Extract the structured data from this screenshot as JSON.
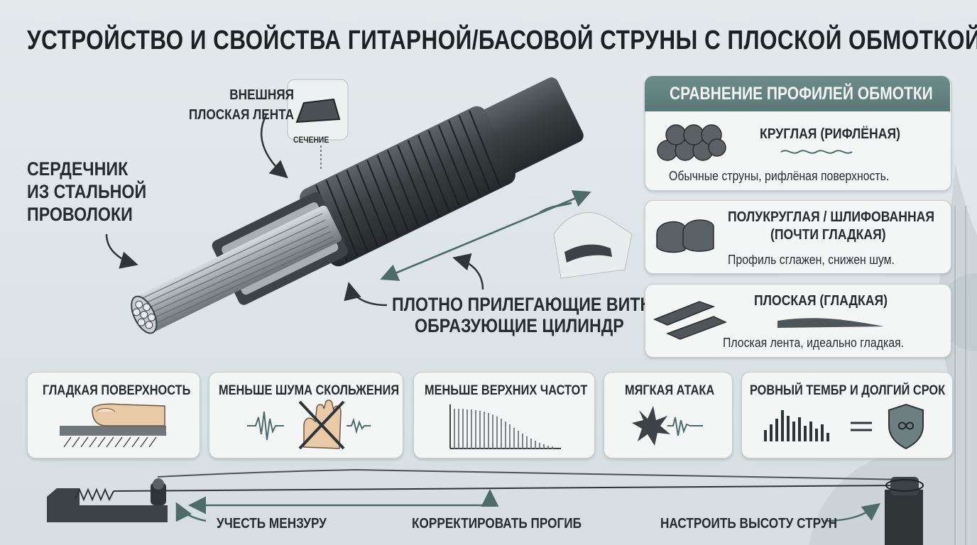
{
  "title": "УСТРОЙСТВО И СВОЙСТВА ГИТАРНОЙ/БАСОВОЙ СТРУНЫ С ПЛОСКОЙ ОБМОТКОЙ",
  "diagram": {
    "core_label": [
      "СЕРДЕЧНИК",
      "ИЗ СТАЛЬНОЙ",
      "ПРОВОЛОКИ"
    ],
    "outer_label": [
      "ВНЕШНЯЯ",
      "ПЛОСКАЯ ЛЕНТА"
    ],
    "section_label": "СЕЧЕНИЕ",
    "coils_label": [
      "ПЛОТНО ПРИЛЕГАЮЩИЕ ВИТКИ,",
      "ОБРАЗУЮЩИЕ ЦИЛИНДР"
    ]
  },
  "comparison": {
    "title": "СРАВНЕНИЕ ПРОФИЛЕЙ ОБМОТКИ",
    "profiles": [
      {
        "name": "КРУГЛАЯ (РИФЛЁНАЯ)",
        "desc": "Обычные струны, рифлёная поверхность.",
        "icon": "round-wire-bundle-icon"
      },
      {
        "name": "ПОЛУКРУГЛАЯ / ШЛИФОВАННАЯ",
        "name2": "(ПОЧТИ ГЛАДКАЯ)",
        "desc": "Профиль сглажен, снижен шум.",
        "icon": "half-round-wire-icon"
      },
      {
        "name": "ПЛОСКАЯ (ГЛАДКАЯ)",
        "desc": "Плоская лента, идеально гладкая.",
        "icon": "flat-ribbon-icon"
      }
    ]
  },
  "features": [
    {
      "label": "ГЛАДКАЯ ПОВЕРХНОСТЬ",
      "icon": "finger-on-surface-icon"
    },
    {
      "label": "МЕНЬШЕ ШУМА СКОЛЬЖЕНИЯ",
      "icon": "no-slide-noise-icon"
    },
    {
      "label": "МЕНЬШЕ ВЕРХНИХ ЧАСТОТ",
      "icon": "frequency-rolloff-icon"
    },
    {
      "label": "МЯГКАЯ АТАКА",
      "icon": "soft-attack-icon"
    },
    {
      "label": "РОВНЫЙ ТЕМБР И ДОЛГИЙ СРОК",
      "icon": "equalizer-shield-icon"
    }
  ],
  "setup": {
    "scale": "УЧЕСТЬ МЕНЗУРУ",
    "relief": "КОРРЕКТИРОВАТЬ ПРОГИБ",
    "action": "НАСТРОИТЬ ВЫСОТУ СТРУН"
  },
  "colors": {
    "accent": "#5a7876",
    "arrow": "#4e6b6a",
    "dark": "#2f3436",
    "panel": "#f4f6f6"
  }
}
